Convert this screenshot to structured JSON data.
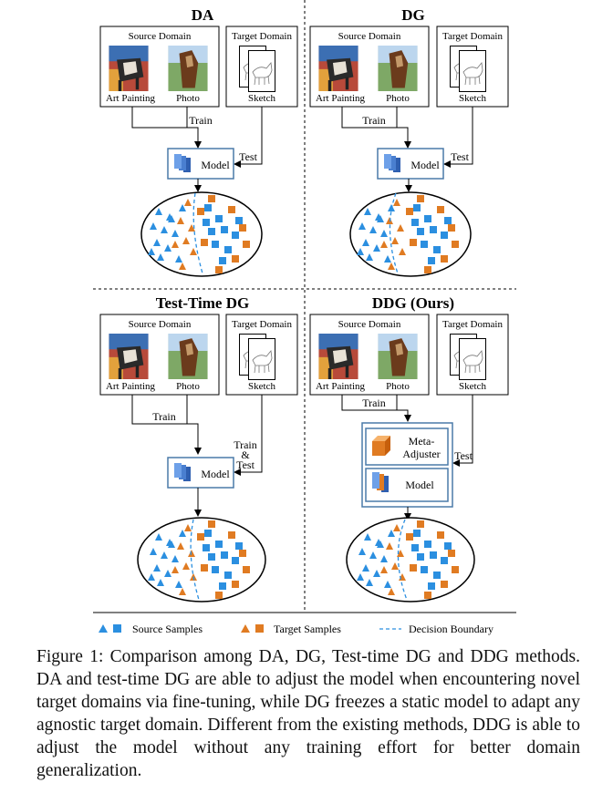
{
  "panels": [
    {
      "title": "DA",
      "source_label": "Source Domain",
      "target_label": "Target Domain",
      "img1": "Art Painting",
      "img2": "Photo",
      "img3": "Sketch",
      "train": "Train",
      "test": "Test",
      "model": "Model"
    },
    {
      "title": "DG",
      "source_label": "Source Domain",
      "target_label": "Target Domain",
      "img1": "Art Painting",
      "img2": "Photo",
      "img3": "Sketch",
      "train": "Train",
      "test": "Test",
      "model": "Model"
    },
    {
      "title": "Test-Time DG",
      "source_label": "Source Domain",
      "target_label": "Target Domain",
      "img1": "Art Painting",
      "img2": "Photo",
      "img3": "Sketch",
      "train": "Train",
      "test1": "Train",
      "test2": "&",
      "test3": "Test",
      "model": "Model"
    },
    {
      "title": "DDG (Ours)",
      "source_label": "Source Domain",
      "target_label": "Target Domain",
      "img1": "Art Painting",
      "img2": "Photo",
      "img3": "Sketch",
      "train": "Train",
      "test": "Test",
      "meta1": "Meta-",
      "meta2": "Adjuster",
      "model": "Model"
    }
  ],
  "legend": {
    "source": "Source Samples",
    "target": "Target Samples",
    "boundary": "Decision Boundary"
  },
  "colors": {
    "source": "#2b8fe0",
    "target": "#e07b22",
    "model": "#4a7fd0",
    "box_border": "#4a7aa8"
  },
  "caption": "Figure 1: Comparison among DA, DG, Test-time DG and DDG methods. DA and test-time DG are able to adjust the model when encountering novel target domains via fine-tuning, while DG freezes a static model to adapt any agnostic target domain. Different from the existing methods, DDG is able to adjust the model without any training effort for better domain generalization."
}
